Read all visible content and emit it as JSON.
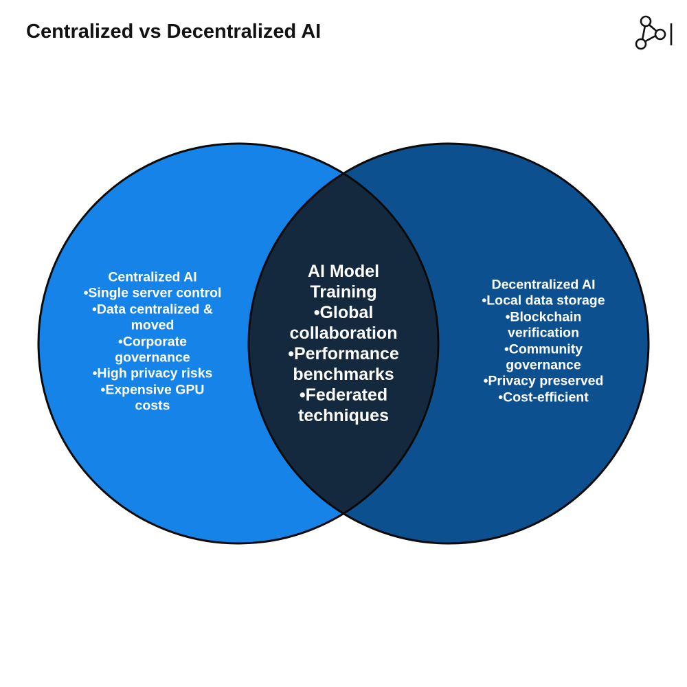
{
  "header": {
    "title": "Centralized vs Decentralized AI"
  },
  "logo": {
    "icon": "network-nodes-icon"
  },
  "venn": {
    "outline_color": "#0a0a0a",
    "left": {
      "title": "Centralized AI",
      "color": "#1583e8",
      "items": [
        "Single server control",
        "Data centralized & moved",
        "Corporate governance",
        "High privacy risks",
        "Expensive GPU costs"
      ]
    },
    "center": {
      "title": "AI Model Training",
      "color": "#14293d",
      "items": [
        "Global collaboration",
        "Performance benchmarks",
        "Federated techniques"
      ]
    },
    "right": {
      "title": "Decentralized AI",
      "color": "#0d5090",
      "items": [
        "Local data storage",
        "Blockchain verification",
        "Community governance",
        "Privacy preserved",
        "Cost-efficient"
      ]
    }
  }
}
